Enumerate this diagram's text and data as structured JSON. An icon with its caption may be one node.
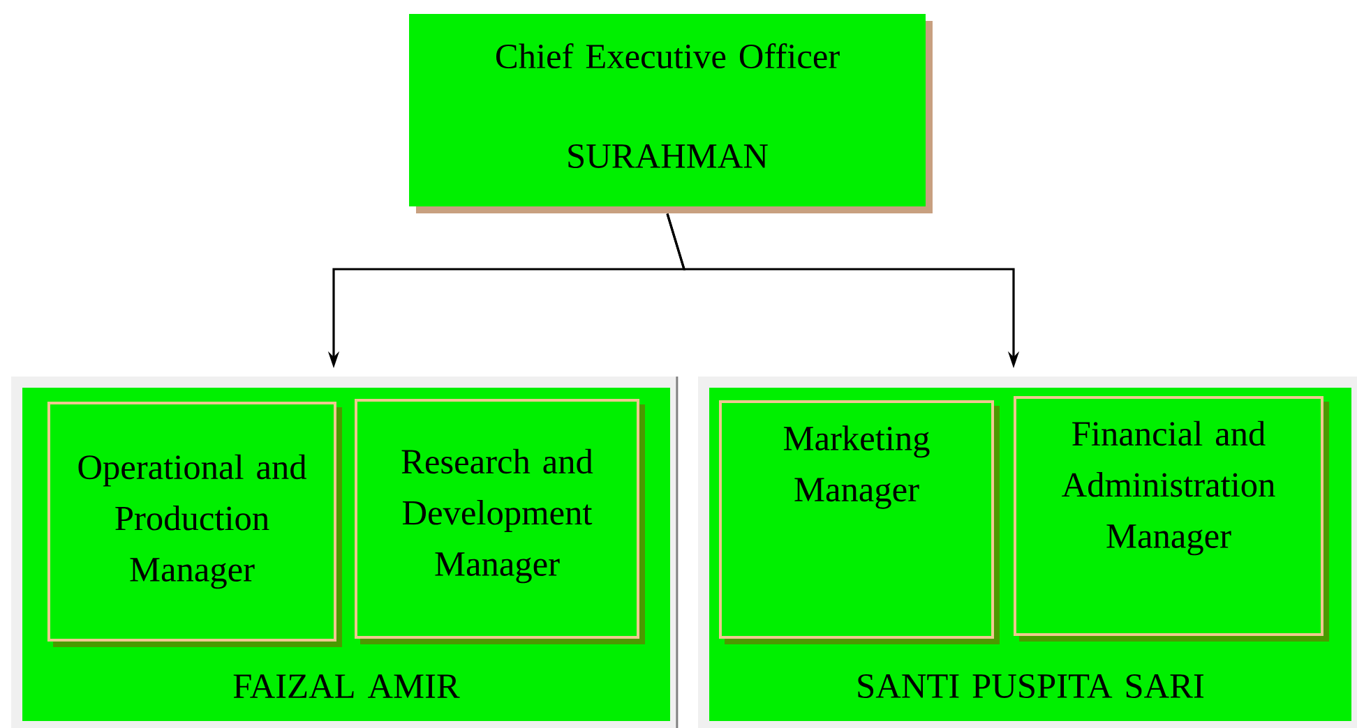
{
  "diagram": {
    "nodes": [
      {
        "text": [
          "Chief Executive Officer",
          "SURAHMAN"
        ]
      },
      {
        "text": [
          "FAIZAL AMIR"
        ]
      },
      {
        "text": [
          "Operational and Production Manager"
        ],
        "in": 1
      },
      {
        "text": [
          "Research and Development Manager"
        ],
        "in": 1
      },
      {
        "text": [
          "SANTI PUSPITA SARI"
        ]
      },
      {
        "text": [
          "Marketing Manager"
        ],
        "in": 4
      },
      {
        "text": [
          "Financial and Administration Manager"
        ],
        "in": 4
      }
    ],
    "edges": [
      {
        "from": 0,
        "to": 1,
        "arrow": "to"
      },
      {
        "from": 0,
        "to": 4,
        "arrow": "to"
      }
    ]
  }
}
